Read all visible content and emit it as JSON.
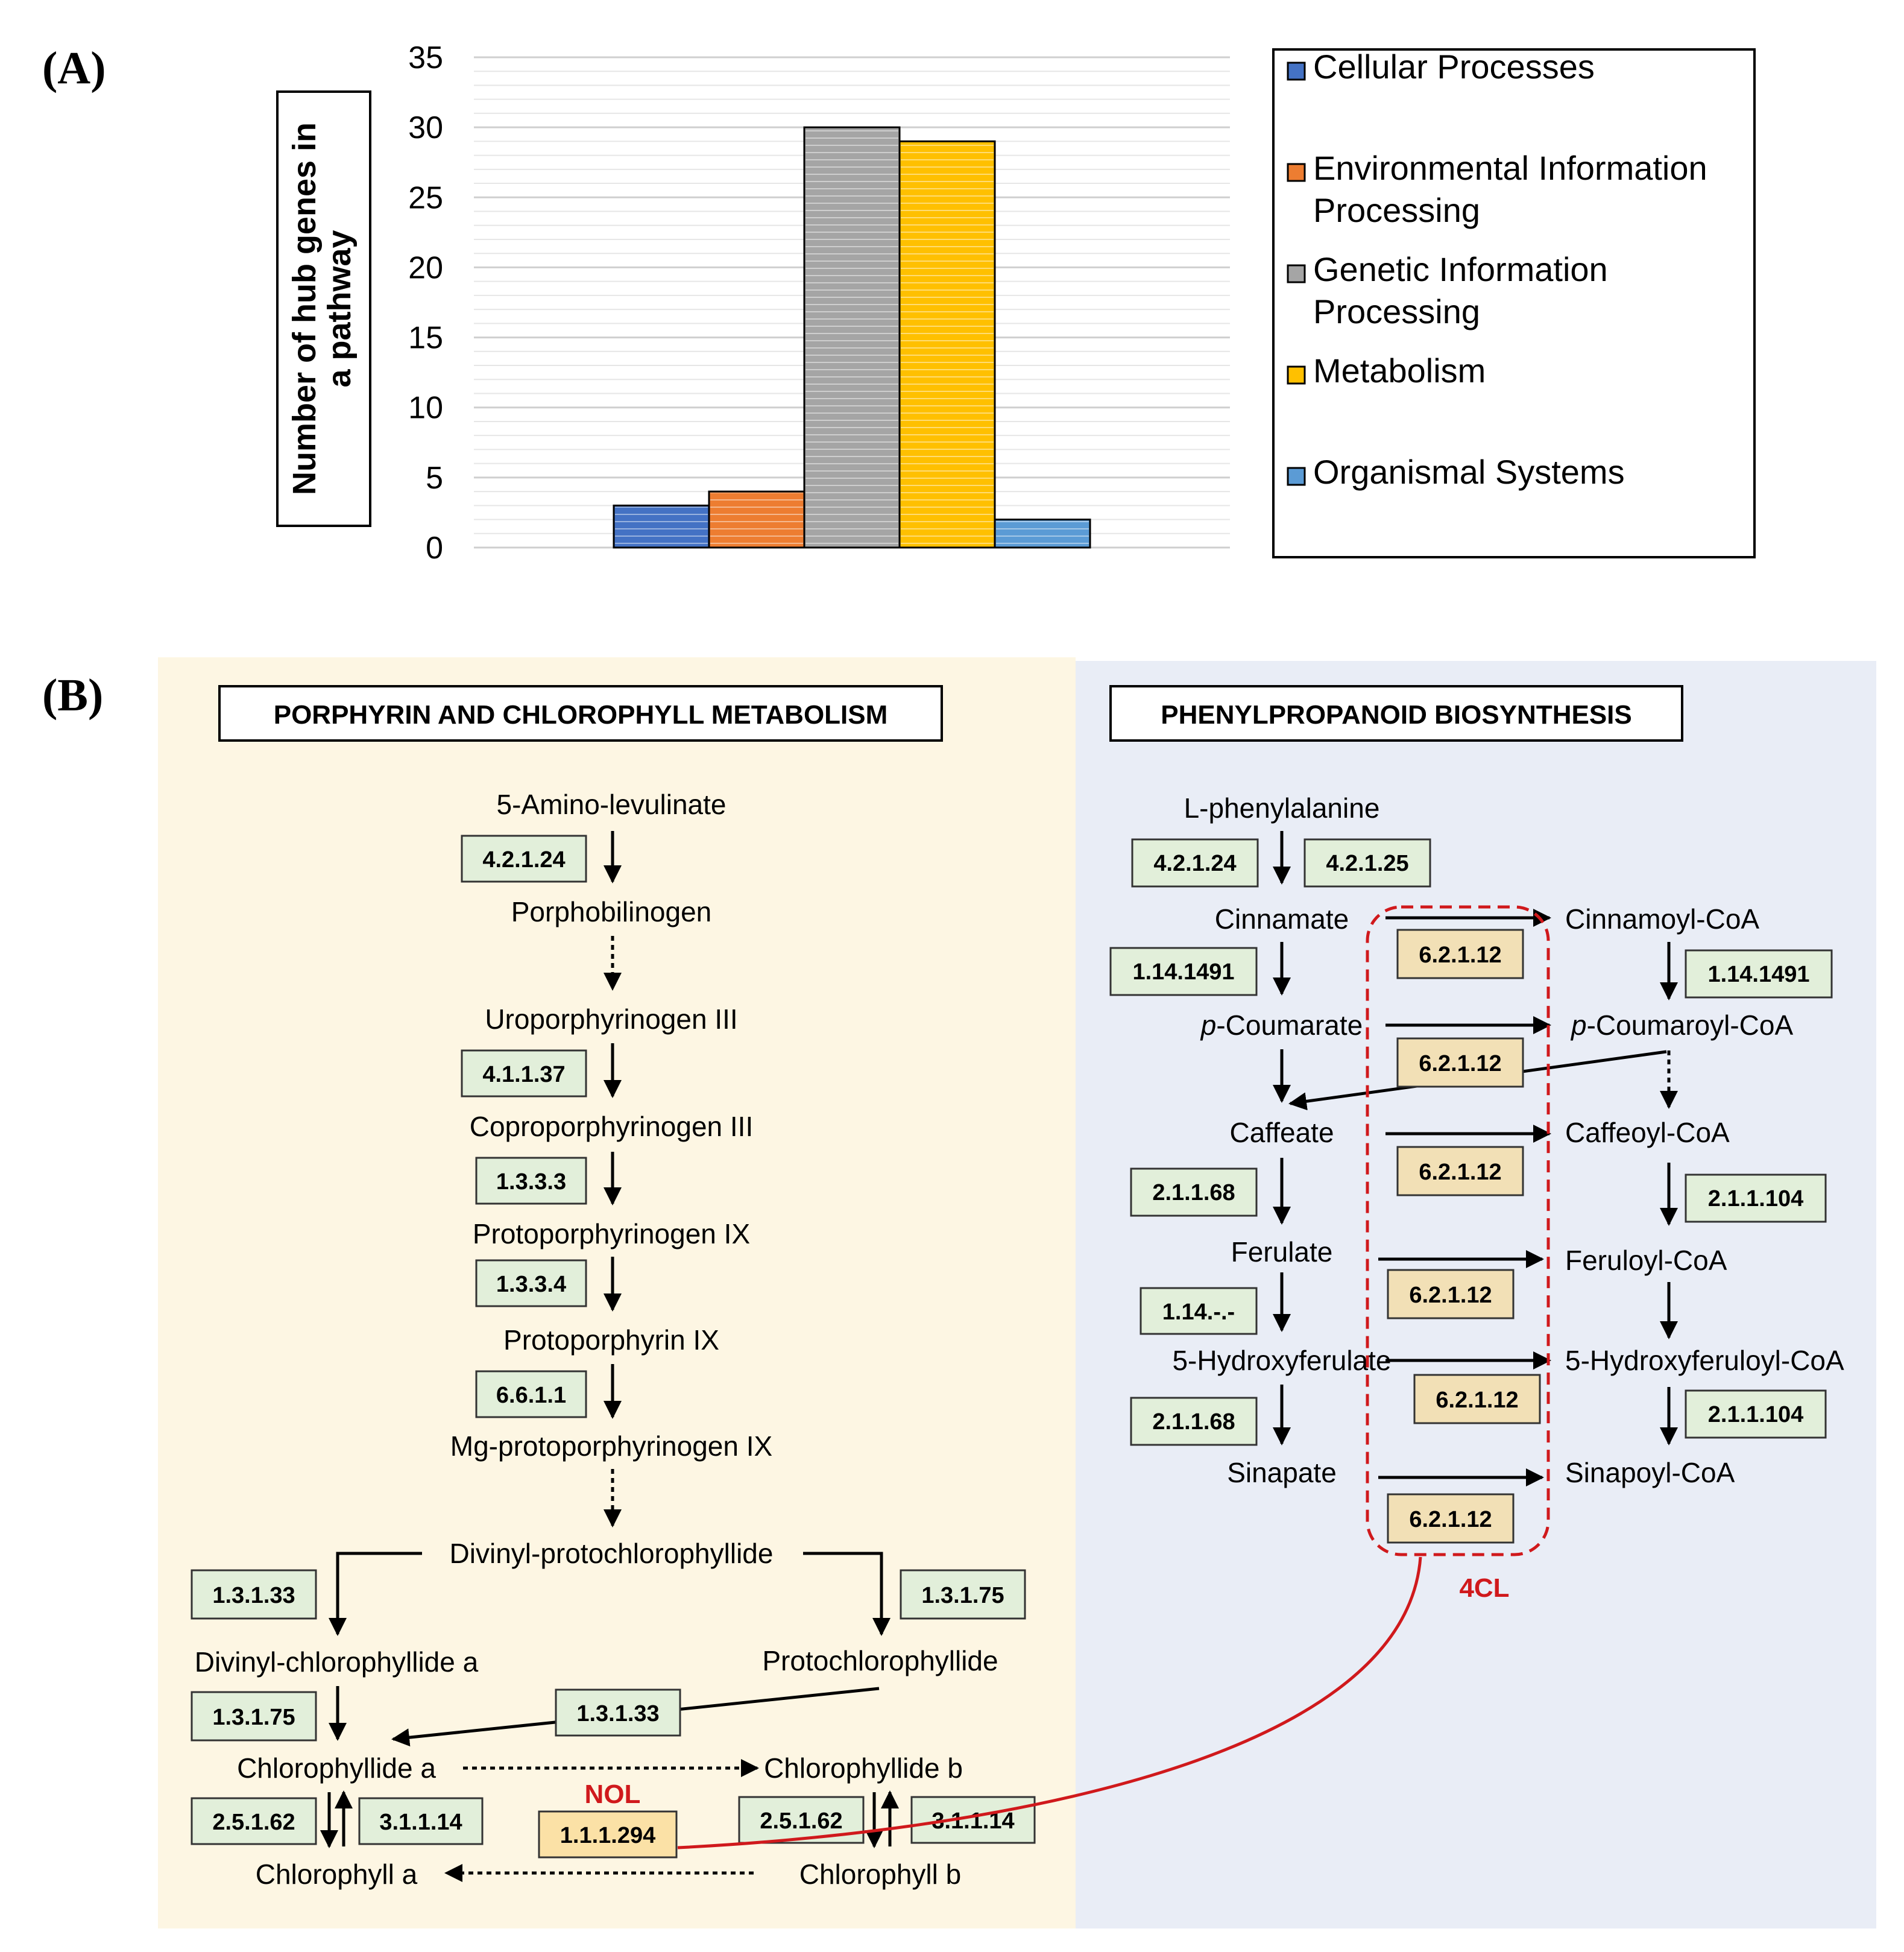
{
  "panel_a": {
    "label": "(A)",
    "ylabel_line1": "Number of hub genes in",
    "ylabel_line2": "a pathway",
    "legend": [
      {
        "line1": "Cellular Processes",
        "line2": "",
        "color": "#4472C4"
      },
      {
        "line1": "Environmental Information",
        "line2": "Processing",
        "color": "#ED7D31"
      },
      {
        "line1": "Genetic Information",
        "line2": "Processing",
        "color": "#A5A5A5"
      },
      {
        "line1": "Metabolism",
        "line2": "",
        "color": "#FFC000"
      },
      {
        "line1": "Organismal Systems",
        "line2": "",
        "color": "#5B9BD5"
      }
    ]
  },
  "chart_data": {
    "type": "bar",
    "categories": [
      "Cellular Processes",
      "Environmental Information Processing",
      "Genetic Information Processing",
      "Metabolism",
      "Organismal Systems"
    ],
    "series": [
      {
        "name": "Cellular Processes",
        "values": [
          3
        ]
      },
      {
        "name": "Environmental Information Processing",
        "values": [
          4
        ]
      },
      {
        "name": "Genetic Information Processing",
        "values": [
          30
        ]
      },
      {
        "name": "Metabolism",
        "values": [
          29
        ]
      },
      {
        "name": "Organismal Systems",
        "values": [
          2
        ]
      }
    ],
    "values": [
      3,
      4,
      30,
      29,
      2
    ],
    "colors": [
      "#4472C4",
      "#ED7D31",
      "#A5A5A5",
      "#FFC000",
      "#5B9BD5"
    ],
    "ylabel": "Number of hub genes in a pathway",
    "xlabel": "",
    "ylim": [
      0,
      35
    ],
    "yticks": [
      0,
      5,
      10,
      15,
      20,
      25,
      30,
      35
    ],
    "grid": true,
    "legend_position": "right"
  },
  "panel_b": {
    "label": "(B)",
    "left_title": "PORPHYRIN AND CHLOROPHYLL METABOLISM",
    "right_title": "PHENYLPROPANOID BIOSYNTHESIS",
    "compounds": {
      "aminolevulinate": "5-Amino-levulinate",
      "porphobilinogen": "Porphobilinogen",
      "uroporphyrinogen": "Uroporphyrinogen III",
      "coproporphyrinogen": "Coproporphyrinogen III",
      "protoporphyrinogen": "Protoporphyrinogen IX",
      "protoporphyrin": "Protoporphyrin IX",
      "mg_protoporphyrinogen": "Mg-protoporphyrinogen IX",
      "divinyl_protochlorophyllide": "Divinyl-protochlorophyllide",
      "divinyl_chlorophyllide_a": "Divinyl-chlorophyllide a",
      "protochlorophyllide": "Protochlorophyllide",
      "chlorophyllide_a": "Chlorophyllide a",
      "chlorophyllide_b": "Chlorophyllide b",
      "chlorophyll_a": "Chlorophyll a",
      "chlorophyll_b": "Chlorophyll b",
      "l_phenylalanine": "L-phenylalanine",
      "cinnamate": "Cinnamate",
      "cinnamoyl_coa": "Cinnamoyl-CoA",
      "p_prefix": "p",
      "coumarate_suffix": "-Coumarate",
      "coumaroyl_coa_suffix": "-Coumaroyl-CoA",
      "caffeate": "Caffeate",
      "caffeoyl_coa": "Caffeoyl-CoA",
      "ferulate": "Ferulate",
      "feruloyl_coa": "Feruloyl-CoA",
      "hydroxyferulate": "5-Hydroxyferulate",
      "hydroxyferuloyl_coa": "5-Hydroxyferuloyl-CoA",
      "sinapate": "Sinapate",
      "sinapoyl_coa": "Sinapoyl-CoA"
    },
    "enzymes": {
      "e_4_2_1_24": "4.2.1.24",
      "e_4_1_1_37": "4.1.1.37",
      "e_1_3_3_3": "1.3.3.3",
      "e_1_3_3_4": "1.3.3.4",
      "e_6_6_1_1": "6.6.1.1",
      "e_1_3_1_33": "1.3.1.33",
      "e_1_3_1_75": "1.3.1.75",
      "e_2_5_1_62": "2.5.1.62",
      "e_3_1_1_14": "3.1.1.14",
      "e_1_1_1_294": "1.1.1.294",
      "e_4_2_1_25": "4.2.1.25",
      "e_1_14_1491": "1.14.1491",
      "e_6_2_1_12": "6.2.1.12",
      "e_2_1_1_68": "2.1.1.68",
      "e_2_1_1_104": "2.1.1.104",
      "e_1_14": "1.14.-.-"
    },
    "nol_label": "NOL",
    "fourcl_label": "4CL",
    "colors": {
      "left_bg": "#FDF6E3",
      "right_bg": "#E9EDF6",
      "enzyme_green": "#E2EFDA",
      "enzyme_tan": "#F2E0B6",
      "enzyme_nol": "#FBE1A6",
      "highlight_red": "#D0191C"
    }
  }
}
